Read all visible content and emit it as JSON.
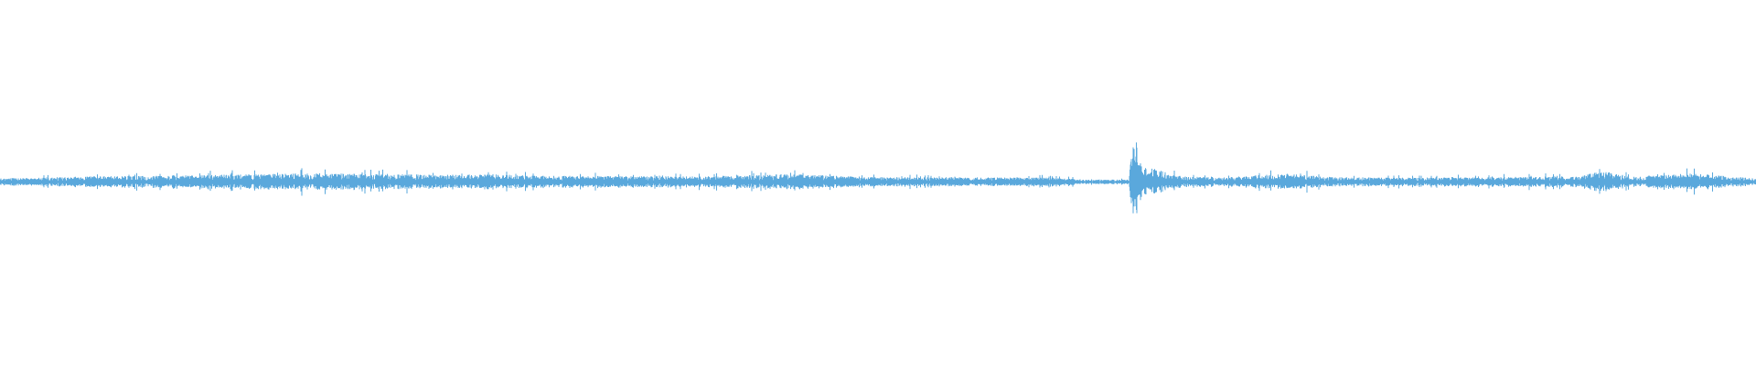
{
  "waveform": {
    "color": "#5aa8dc",
    "baseline_amplitude": 0.06,
    "envelope": [
      {
        "t": 0.0,
        "a": 0.09
      },
      {
        "t": 0.05,
        "a": 0.14
      },
      {
        "t": 0.1,
        "a": 0.16
      },
      {
        "t": 0.15,
        "a": 0.2
      },
      {
        "t": 0.18,
        "a": 0.22
      },
      {
        "t": 0.25,
        "a": 0.18
      },
      {
        "t": 0.285,
        "a": 0.2
      },
      {
        "t": 0.3,
        "a": 0.16
      },
      {
        "t": 0.34,
        "a": 0.15
      },
      {
        "t": 0.4,
        "a": 0.14
      },
      {
        "t": 0.448,
        "a": 0.2
      },
      {
        "t": 0.5,
        "a": 0.12
      },
      {
        "t": 0.54,
        "a": 0.12
      },
      {
        "t": 0.6,
        "a": 0.11
      },
      {
        "t": 0.643,
        "a": 0.0
      },
      {
        "t": 0.6445,
        "a": 1.0
      },
      {
        "t": 0.65,
        "a": 0.42
      },
      {
        "t": 0.66,
        "a": 0.3
      },
      {
        "t": 0.675,
        "a": 0.14
      },
      {
        "t": 0.7,
        "a": 0.12
      },
      {
        "t": 0.731,
        "a": 0.22
      },
      {
        "t": 0.76,
        "a": 0.12
      },
      {
        "t": 0.8,
        "a": 0.11
      },
      {
        "t": 0.85,
        "a": 0.12
      },
      {
        "t": 0.9,
        "a": 0.15
      },
      {
        "t": 0.913,
        "a": 0.28
      },
      {
        "t": 0.93,
        "a": 0.12
      },
      {
        "t": 0.962,
        "a": 0.22
      },
      {
        "t": 1.0,
        "a": 0.09
      }
    ]
  }
}
